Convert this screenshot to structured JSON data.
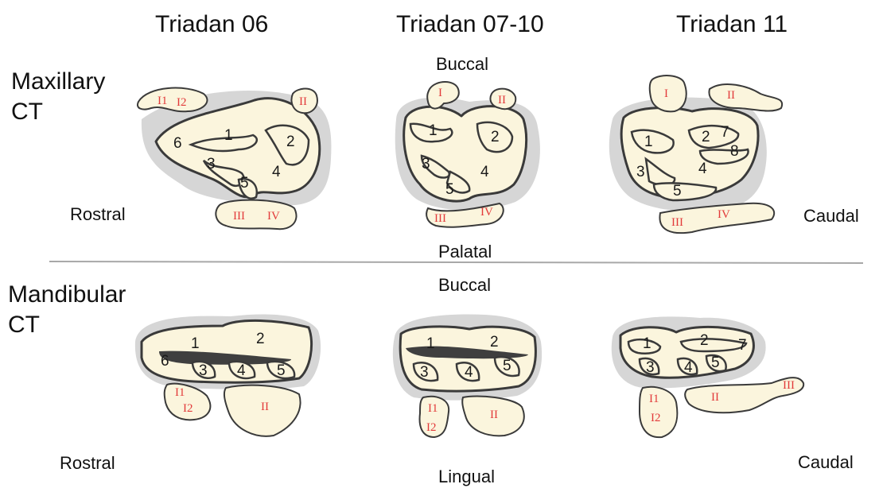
{
  "columns": [
    "Triadan 06",
    "Triadan 07-10",
    "Triadan 11"
  ],
  "rows": {
    "maxillary": "Maxillary\nCT",
    "mandibular": "Mandibular\nCT"
  },
  "directions": {
    "buccal_top": "Buccal",
    "palatal": "Palatal",
    "buccal_bottom": "Buccal",
    "lingual": "Lingual",
    "rostral_top": "Rostral",
    "caudal_top": "Caudal",
    "rostral_bottom": "Rostral",
    "caudal_bottom": "Caudal"
  },
  "structures": {
    "pulp": [
      "1",
      "2",
      "3",
      "4",
      "5",
      "6",
      "7",
      "8"
    ],
    "roots": [
      "I",
      "I1",
      "I2",
      "II",
      "III",
      "IV"
    ]
  },
  "colors": {
    "tooth_fill": "#fbf5dd",
    "outline": "#3a3a3a",
    "bone_shadow": "#d6d6d6",
    "root_label": "#e23a3a",
    "divider": "#a8a8a8"
  }
}
